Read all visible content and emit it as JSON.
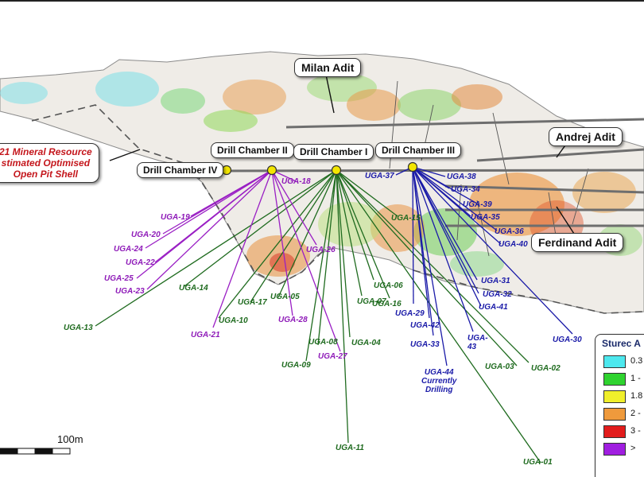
{
  "callouts": {
    "milan_adit": "Milan Adit",
    "andrej_adit": "Andrej Adit",
    "ferdinand_adit": "Ferdinand Adit",
    "drill_chamber_i": "Drill Chamber I",
    "drill_chamber_ii": "Drill Chamber II",
    "drill_chamber_iii": "Drill Chamber III",
    "drill_chamber_iv": "Drill Chamber IV",
    "resource_line1": "21 Mineral Resource",
    "resource_line2": "stimated Optimised",
    "resource_line3": "Open Pit Shell"
  },
  "holes": {
    "green": [
      "UGA-14",
      "UGA-13",
      "UGA-10",
      "UGA-17",
      "UGA-05",
      "UGA-09",
      "UGA-08",
      "UGA-04",
      "UGA-11",
      "UGA-06",
      "UGA-07",
      "UGA-16",
      "UGA-15",
      "UGA-03",
      "UGA-02",
      "UGA-01"
    ],
    "purple": [
      "UGA-18",
      "UGA-19",
      "UGA-20",
      "UGA-24",
      "UGA-22",
      "UGA-25",
      "UGA-23",
      "UGA-21",
      "UGA-28",
      "UGA-27",
      "UGA-26"
    ],
    "blue": [
      "UGA-37",
      "UGA-38",
      "UGA-34",
      "UGA-39",
      "UGA-35",
      "UGA-36",
      "UGA-40",
      "UGA-31",
      "UGA-32",
      "UGA-41",
      "UGA-29",
      "UGA-42",
      "UGA-33",
      "UGA-43",
      "UGA-44",
      "UGA-30"
    ]
  },
  "status": {
    "currently": "Currently",
    "drilling": "Drilling"
  },
  "legend": {
    "title": "Sturec A",
    "items": [
      {
        "label": "0.3",
        "color": "#4de8ee"
      },
      {
        "label": "1 -",
        "color": "#2fd32f"
      },
      {
        "label": "1.8",
        "color": "#f0ef2b"
      },
      {
        "label": "2 -",
        "color": "#ef9a3c"
      },
      {
        "label": "3 -",
        "color": "#e21c1c"
      },
      {
        "label": "> ",
        "color": "#a01ee0"
      }
    ]
  },
  "scale": {
    "label": "100m"
  },
  "colors": {
    "green_hole": "#1f6b1f",
    "purple_hole": "#9a1fc4",
    "blue_hole": "#1a1aa8",
    "adit": "#6e6e6e",
    "chamber_dot": "#f3e600",
    "resource_text": "#c4161c"
  }
}
